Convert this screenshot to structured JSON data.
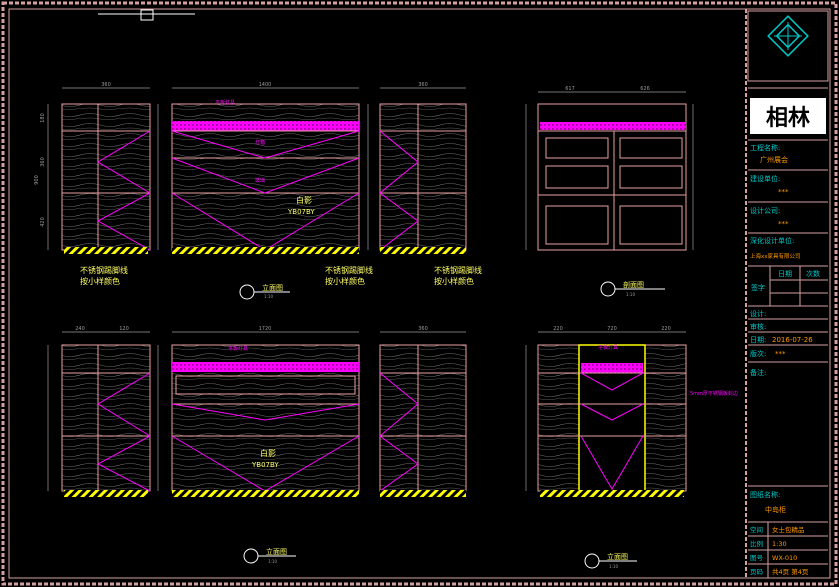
{
  "colors": {
    "background": "#000000",
    "frame": "#d4a0a0",
    "panel": "#e8a0a0",
    "magenta": "#ff00ff",
    "yellow": "#ffff00",
    "hatch": "#ffff00",
    "text_yellow": "#ffff66",
    "text_cyan": "#00c8c8",
    "text_orange": "#ff9900",
    "grain": "#8c8c8c",
    "dim": "#9a9a9a"
  },
  "title_block": {
    "project_name_label": "工程名称:",
    "project_name_value": "广州展会",
    "client_label": "建设单位:",
    "client_value": "***",
    "designer_label": "设计公司:",
    "designer_value": "***",
    "collab_label": "深化设计单位:",
    "collab_value": "上海xx家具有限公司",
    "row_date": "日期",
    "row_revision": "次数",
    "sign_label": "签字",
    "design_label": "设计:",
    "review_label": "审核:",
    "date_label": "日期:",
    "date_value": "2016-07-26",
    "version_label": "版次:",
    "version_value": "***",
    "remark_label": "备注:",
    "drawing_name_label": "图纸名称:",
    "drawing_name_value": "中岛柜",
    "space_label": "空间",
    "space_value": "女士包精品",
    "scale_label": "比例",
    "scale_value": "1:30",
    "number_label": "图号",
    "number_value": "WX-010",
    "page_label": "页码",
    "page_value": "共4页 第4页",
    "logo_text": "相林"
  },
  "views": {
    "elev1_title": "立面图",
    "elev1_scale": "1:10",
    "section_title": "剖面图",
    "section_scale": "1:10",
    "elev2_title": "立面图",
    "elev2_scale": "1:10",
    "elev3_title": "立面图",
    "elev3_scale": "1:10"
  },
  "annotations": {
    "stainless_steel": "不锈钢踢脚线",
    "sample_color": "按小样颜色",
    "white_shadow": "白影",
    "code": "YB07BY",
    "mirror_note": "5mm厚不锈钢板封边",
    "light_box": "灯箱",
    "glass": "玻璃",
    "pink_label": "平板灯具"
  },
  "dimensions": {
    "top_left_width": "360",
    "top_center_width": "1400",
    "top_right_width": "360",
    "top_section_left": "617",
    "top_section_right": "626",
    "bot_left_a": "240",
    "bot_left_b": "120",
    "bot_center_width": "1720",
    "bot_right_width": "360",
    "bot_right_a": "220",
    "bot_right_b": "720",
    "bot_right_c": "220",
    "height_total": "900",
    "h1": "180",
    "h2": "360",
    "h3": "420"
  }
}
